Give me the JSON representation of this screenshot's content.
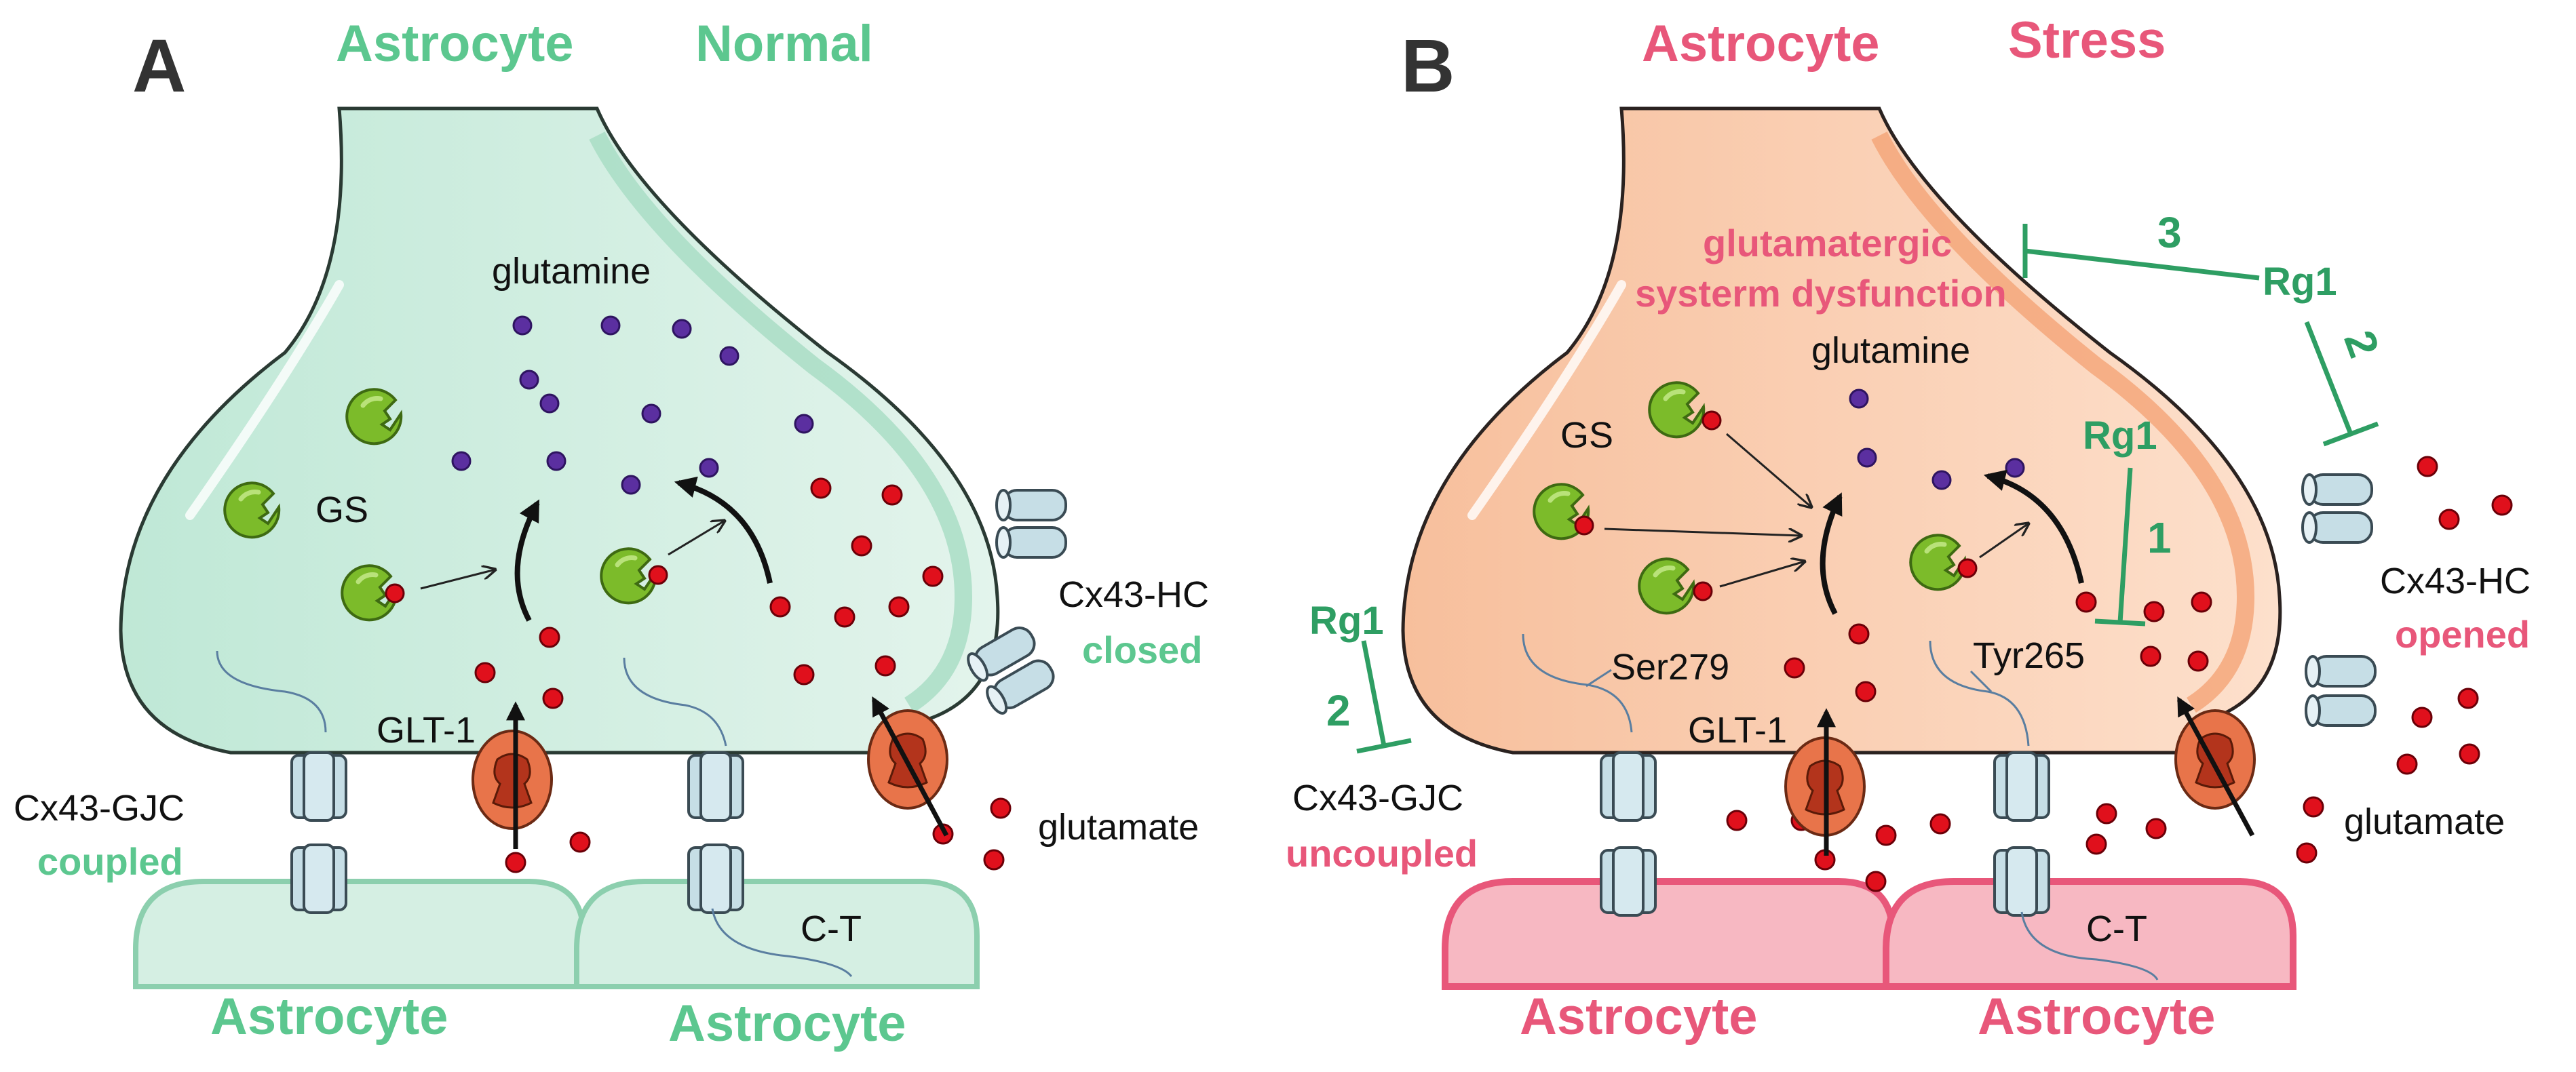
{
  "panel_a": {
    "letter": "A",
    "title_cell": "Astrocyte",
    "title_state": "Normal",
    "glutamine": "glutamine",
    "gs": "GS",
    "glt1": "GLT-1",
    "cx43hc": "Cx43-HC",
    "hc_state": "closed",
    "cx43gjc": "Cx43-GJC",
    "gjc_state": "coupled",
    "glutamate": "glutamate",
    "ct": "C-T",
    "bottom_cell_left": "Astrocyte",
    "bottom_cell_right": "Astrocyte"
  },
  "panel_b": {
    "letter": "B",
    "title_cell": "Astrocyte",
    "title_state": "Stress",
    "dysfunction_line1": "glutamatergic",
    "dysfunction_line2": "systerm dysfunction",
    "glutamine": "glutamine",
    "gs": "GS",
    "glt1": "GLT-1",
    "ser279": "Ser279",
    "tyr265": "Tyr265",
    "cx43hc": "Cx43-HC",
    "hc_state": "opened",
    "cx43gjc": "Cx43-GJC",
    "gjc_state": "uncoupled",
    "glutamate": "glutamate",
    "ct": "C-T",
    "bottom_cell_left": "Astrocyte",
    "bottom_cell_right": "Astrocyte",
    "rg1_a": "Rg1",
    "rg1_b": "Rg1",
    "rg1_c": "Rg1",
    "num_1": "1",
    "num_2a": "2",
    "num_2b": "2",
    "num_3": "3"
  },
  "colors": {
    "normal_green": "#5cc78f",
    "stress_pink": "#e8577a",
    "rg1_green": "#2e9e63",
    "glutamine_purple": "#5b2fa0",
    "glutamate_red": "#e0101c",
    "gs_green": "#7cbb2a",
    "glt1_orange": "#e8744a",
    "channel_blue": "#c6dee6"
  }
}
